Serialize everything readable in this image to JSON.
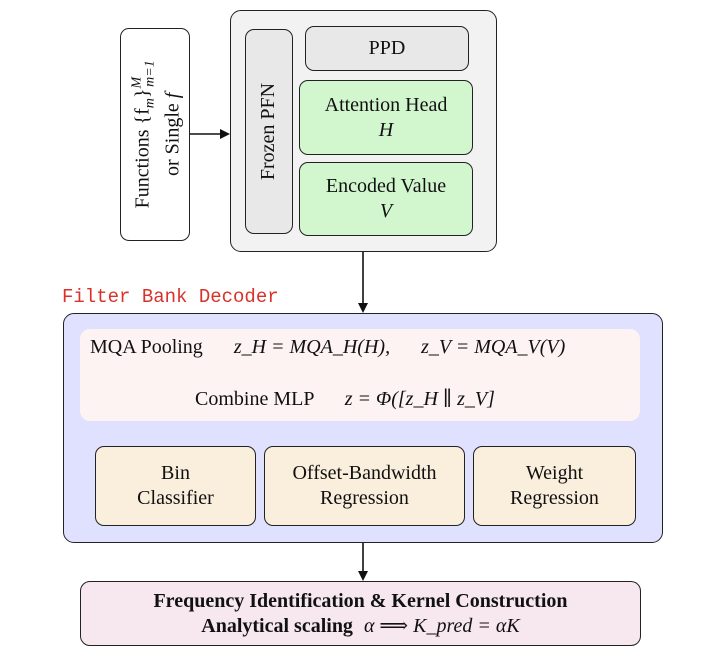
{
  "input": {
    "line1": "Functions {f",
    "sub_m": "m",
    "brace": "}",
    "sup_M": "M",
    "sub_range": "m=1",
    "line2": "or Single ",
    "f": "f"
  },
  "pfn": {
    "frozen_label": "Frozen PFN",
    "ppd_label": "PPD",
    "attention_title": "Attention Head",
    "attention_symbol": "H",
    "encoded_title": "Encoded Value",
    "encoded_symbol": "V"
  },
  "decoder": {
    "label": "Filter Bank Decoder",
    "mqa_label": "MQA Pooling",
    "mqa_formula_1": "z_H = MQA_H(H),",
    "mqa_formula_2": "z_V = MQA_V(V)",
    "mlp_label": "Combine MLP",
    "mlp_formula": "z = Φ([z_H ∥ z_V]",
    "bin_line1": "Bin",
    "bin_line2": "Classifier",
    "offset_line1": "Offset-Bandwidth",
    "offset_line2": "Regression",
    "weight_line1": "Weight",
    "weight_line2": "Regression"
  },
  "output": {
    "title": "Frequency Identification & Kernel Construction",
    "scaling_label": "Analytical scaling",
    "formula": "α ⟹ K_pred = αK"
  }
}
